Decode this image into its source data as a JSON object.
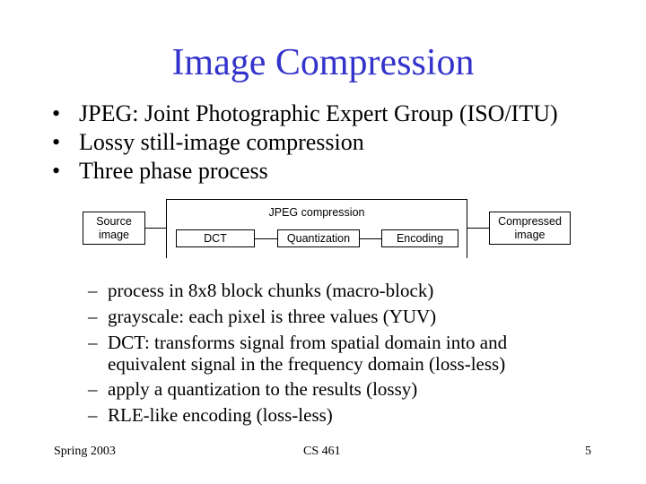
{
  "title": "Image Compression",
  "bullets": [
    "JPEG: Joint Photographic Expert Group (ISO/ITU)",
    "Lossy still-image compression",
    "Three phase process"
  ],
  "bullet_glyph": "•",
  "dash_glyph": "–",
  "diagram": {
    "source": "Source image",
    "jpeg_label": "JPEG compression",
    "dct": "DCT",
    "quant": "Quantization",
    "enc": "Encoding",
    "compressed": "Compressed image"
  },
  "subbullets": [
    "process in 8x8 block chunks (macro-block)",
    "grayscale: each pixel is three values (YUV)",
    "DCT: transforms signal from spatial domain into and",
    "apply a quantization to the results (lossy)",
    "RLE-like encoding (loss-less)"
  ],
  "sub_cont": "equivalent signal in the frequency domain (loss-less)",
  "footer": {
    "left": "Spring 2003",
    "center": "CS 461",
    "right": "5"
  }
}
